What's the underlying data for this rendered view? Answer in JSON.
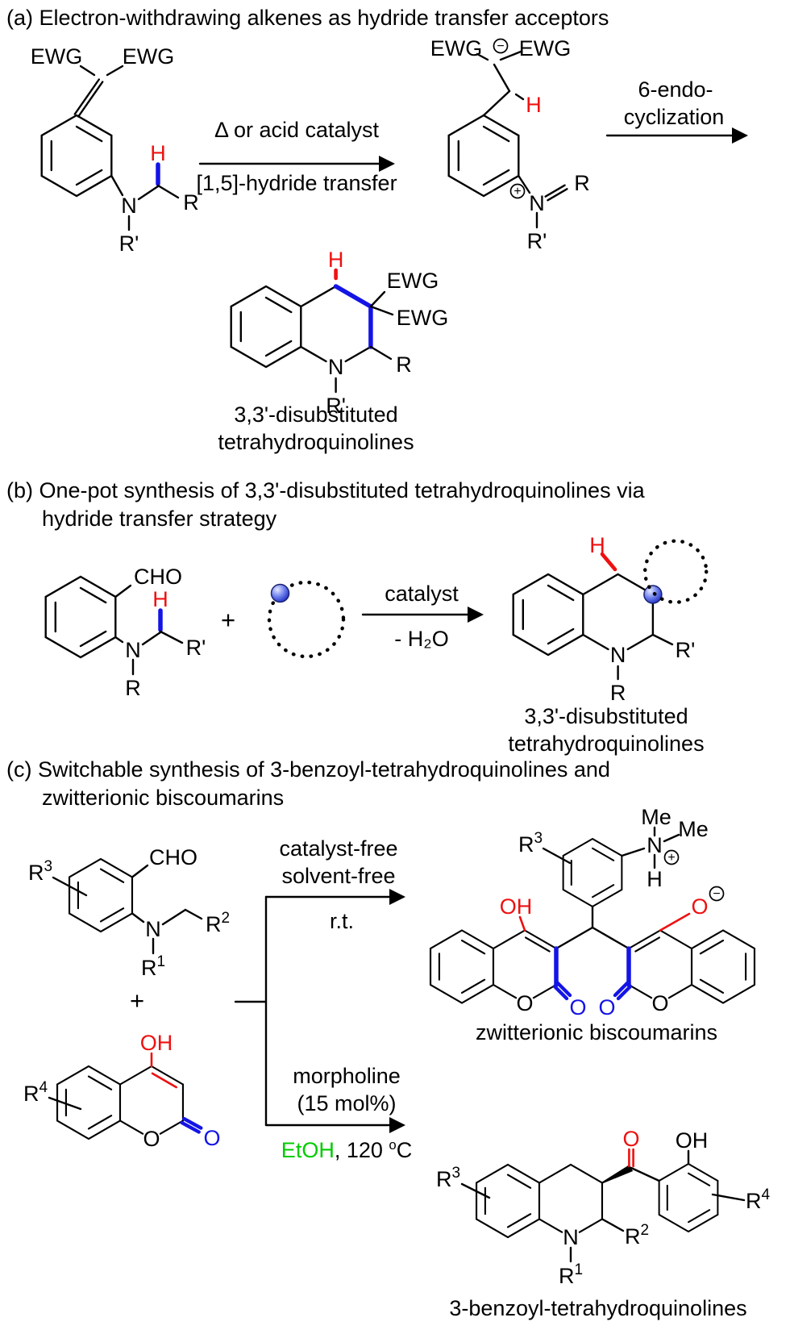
{
  "figure": {
    "colors": {
      "red": "#ee1111",
      "blue": "#1414e6",
      "green": "#00cc00",
      "black": "#000000",
      "ball_blue": "#5a6ee8"
    },
    "atoms": {
      "EWG": "EWG",
      "N": "N",
      "R": "R",
      "R_prime": "R'",
      "R_base": "R",
      "sup1": "1",
      "sup2": "2",
      "sup3": "3",
      "sup4": "4",
      "H": "H",
      "CHO": "CHO",
      "OH": "OH",
      "O": "O",
      "Me": "Me",
      "plus_charge": "+",
      "minus_charge": "−",
      "plus": "+"
    },
    "a": {
      "title": "(a) Electron-withdrawing alkenes as hydride transfer acceptors",
      "arrow1_top": "Δ  or acid catalyst",
      "arrow1_bottom": "[1,5]-hydride transfer",
      "arrow2_line1": "6-endo-",
      "arrow2_line2": "cyclization",
      "caption_line1": "3,3'-disubstituted",
      "caption_line2": "tetrahydroquinolines"
    },
    "b": {
      "title_line1": "(b) One-pot synthesis of  3,3'-disubstituted tetrahydroquinolines via",
      "title_line2": "hydride transfer strategy",
      "arrow_top": "catalyst",
      "arrow_bottom": "- H₂O",
      "caption_line1": "3,3'-disubstituted",
      "caption_line2": "tetrahydroquinolines"
    },
    "c": {
      "title_line1": "(c) Switchable synthesis of 3-benzoyl-tetrahydroquinolines and",
      "title_line2": "zwitterionic biscoumarins",
      "top_arrow_line1": "catalyst-free",
      "top_arrow_line2": "solvent-free",
      "top_arrow_line3": "r.t.",
      "bottom_arrow_line1": "morpholine",
      "bottom_arrow_line2": "(15 mol%)",
      "bottom_arrow_etoh": "EtOH",
      "bottom_arrow_temp_pre": ", 120 ",
      "bottom_arrow_temp_sup": "o",
      "bottom_arrow_temp_unit": "C",
      "caption_top": "zwitterionic biscoumarins",
      "caption_bottom": "3-benzoyl-tetrahydroquinolines"
    }
  }
}
